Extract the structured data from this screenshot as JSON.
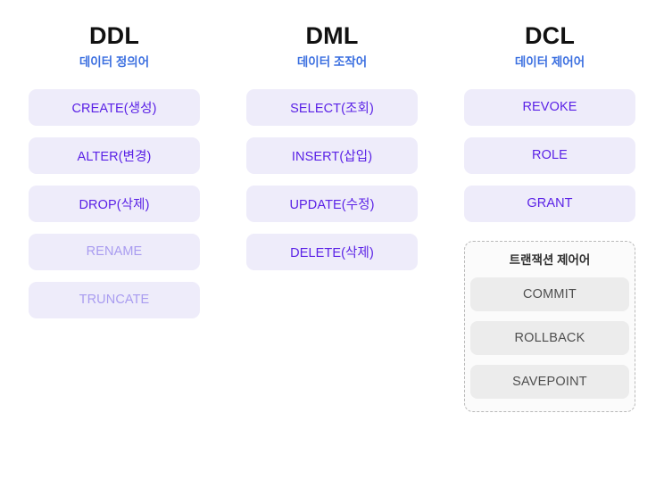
{
  "columns": [
    {
      "title": "DDL",
      "subtitle": "데이터 정의어",
      "items": [
        {
          "label": "CREATE(생성)",
          "muted": false
        },
        {
          "label": "ALTER(변경)",
          "muted": false
        },
        {
          "label": "DROP(삭제)",
          "muted": false
        },
        {
          "label": "RENAME",
          "muted": true
        },
        {
          "label": "TRUNCATE",
          "muted": true
        }
      ]
    },
    {
      "title": "DML",
      "subtitle": "데이터 조작어",
      "items": [
        {
          "label": "SELECT(조회)",
          "muted": false
        },
        {
          "label": "INSERT(삽입)",
          "muted": false
        },
        {
          "label": "UPDATE(수정)",
          "muted": false
        },
        {
          "label": "DELETE(삭제)",
          "muted": false
        }
      ]
    },
    {
      "title": "DCL",
      "subtitle": "데이터 제어어",
      "items": [
        {
          "label": "REVOKE",
          "muted": false
        },
        {
          "label": "ROLE",
          "muted": false
        },
        {
          "label": "GRANT",
          "muted": false
        }
      ],
      "panel": {
        "title": "트랜잭션 제어어",
        "items": [
          {
            "label": "COMMIT"
          },
          {
            "label": "ROLLBACK"
          },
          {
            "label": "SAVEPOINT"
          }
        ]
      }
    }
  ],
  "colors": {
    "background": "#ffffff",
    "card_bg": "#eeecfa",
    "card_text": "#5a21e6",
    "card_text_muted": "#a99cf0",
    "title_text": "#111111",
    "subtitle_text": "#3b6fe0",
    "panel_border": "#b9b9b9",
    "panel_card_bg": "#ececec",
    "panel_card_text": "#4f4f4f"
  }
}
